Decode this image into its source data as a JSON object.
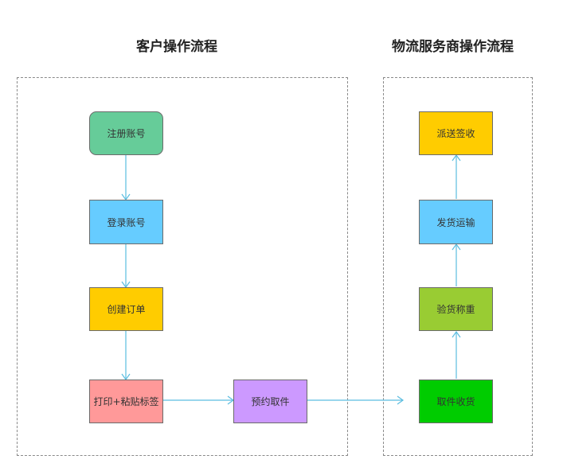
{
  "titles": {
    "customer": "客户操作流程",
    "logistics": "物流服务商操作流程"
  },
  "nodes": {
    "register": {
      "label": "注册账号",
      "color": "#66cc99"
    },
    "login": {
      "label": "登录账号",
      "color": "#66ccff"
    },
    "create_order": {
      "label": "创建订单",
      "color": "#ffcc00"
    },
    "print_label": {
      "label": "打印+粘贴标签",
      "color": "#ff9999"
    },
    "schedule_pickup": {
      "label": "预约取件",
      "color": "#cc99ff"
    },
    "pickup_receive": {
      "label": "取件收货",
      "color": "#00cc00"
    },
    "inspect_weigh": {
      "label": "验货称重",
      "color": "#99cc33"
    },
    "ship_transport": {
      "label": "发货运输",
      "color": "#66ccff"
    },
    "deliver_sign": {
      "label": "派送签收",
      "color": "#ffcc00"
    }
  },
  "edges": [
    {
      "from": "注册账号",
      "to": "登录账号"
    },
    {
      "from": "登录账号",
      "to": "创建订单"
    },
    {
      "from": "创建订单",
      "to": "打印+粘贴标签"
    },
    {
      "from": "打印+粘贴标签",
      "to": "预约取件"
    },
    {
      "from": "预约取件",
      "to": "取件收货"
    },
    {
      "from": "取件收货",
      "to": "验货称重"
    },
    {
      "from": "验货称重",
      "to": "发货运输"
    },
    {
      "from": "发货运输",
      "to": "派送签收"
    }
  ],
  "colors": {
    "connector": "#5bbde0",
    "lane_border": "#8a8a8a"
  }
}
